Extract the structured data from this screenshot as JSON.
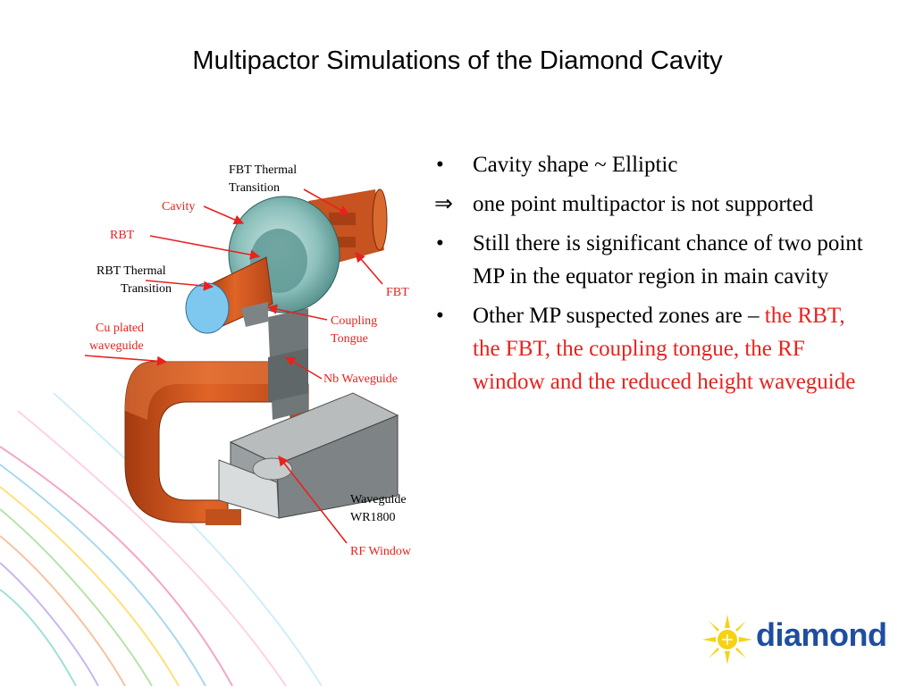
{
  "slide": {
    "title": "Multipactor Simulations of the Diamond Cavity"
  },
  "figure": {
    "labels": {
      "fbt_thermal_1": "FBT    Thermal",
      "fbt_thermal_2": "Transition",
      "cavity": "Cavity",
      "rbt": "RBT",
      "rbt_thermal_1": "RBT Thermal",
      "rbt_thermal_2": "Transition",
      "cu_plated_1": "Cu plated",
      "cu_plated_2": "waveguide",
      "fbt": "FBT",
      "coupling_1": "Coupling",
      "coupling_2": "Tongue",
      "nb_waveguide": "Nb Waveguide",
      "waveguide_1": "Waveguide",
      "waveguide_2": "WR1800",
      "rf_window": "RF Window"
    }
  },
  "bullets": {
    "b1": "Cavity shape ~ Elliptic",
    "b2": "one point multipactor is not supported",
    "b3": "Still there is significant chance of two point MP in the equator region in main cavity",
    "b4_black": "Other MP suspected zones are –",
    "b4_red": "the RBT, the FBT, the coupling tongue, the RF window and the reduced height waveguide",
    "bullet_glyph": "•",
    "implies_glyph": "⇒"
  },
  "logo": {
    "text": "diamond",
    "sun_color": "#f5d312",
    "text_color": "#1f4ea0"
  },
  "colors": {
    "red": "#e8221e",
    "copper": "#d2541c",
    "cavity_teal": "#7fb8b4",
    "nb_gray": "#7a7f80"
  }
}
